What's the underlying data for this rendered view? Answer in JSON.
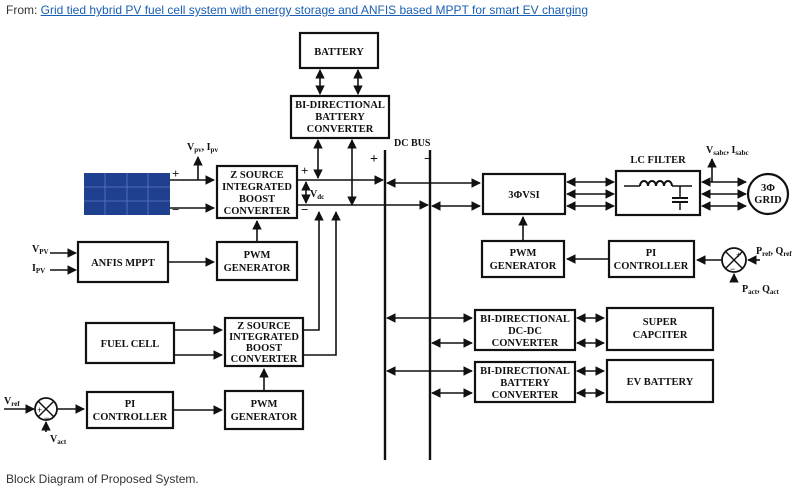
{
  "header": {
    "prefix": "From: ",
    "link_text": "Grid tied hybrid PV fuel cell system with energy storage and ANFIS based MPPT for smart EV charging"
  },
  "caption": "Block Diagram of Proposed System.",
  "diagram": {
    "battery": "BATTERY",
    "bidir_batt_conv_top": [
      "BI-DIRECTIONAL",
      "BATTERY",
      "CONVERTER"
    ],
    "zsource_pv": [
      "Z SOURCE",
      "INTEGRATED",
      "BOOST",
      "CONVERTER"
    ],
    "zsource_fc": [
      "Z SOURCE",
      "INTEGRATED",
      "BOOST",
      "CONVERTER"
    ],
    "anfis_mppt": "ANFIS  MPPT",
    "pwm_gen_pv": [
      "PWM",
      "GENERATOR"
    ],
    "fuel_cell": "FUEL CELL",
    "pi_controller_fc": [
      "PI",
      "CONTROLLER"
    ],
    "pwm_gen_fc": [
      "PWM",
      "GENERATOR"
    ],
    "dc_bus": "DC BUS",
    "vsi": "3ΦVSI",
    "lc_filter": "LC FILTER",
    "grid": [
      "3Φ",
      "GRID"
    ],
    "pwm_gen_vsi": [
      "PWM",
      "GENERATOR"
    ],
    "pi_controller_grid": [
      "PI",
      "CONTROLLER"
    ],
    "bidir_dcdc": [
      "BI-DIRECTIONAL",
      "DC-DC",
      "CONVERTER"
    ],
    "super_cap": [
      "SUPER",
      "CAPCITER"
    ],
    "bidir_batt_conv_ev": [
      "BI-DIRECTIONAL",
      "BATTERY",
      "CONVERTER"
    ],
    "ev_battery": "EV BATTERY",
    "labels": {
      "vpv_ipv_main": "V",
      "vpv_ipv_sub1": "pv",
      "vpv_ipv_mid": ", I",
      "vpv_ipv_sub2": "pv",
      "vdc_main": "V",
      "vdc_sub": "dc",
      "vpv_in_main": "V",
      "vpv_in_sub": "PV",
      "ipv_in_main": "I",
      "ipv_in_sub": "PV",
      "vsabc_main": "V",
      "vsabc_sub1": "sabc",
      "vsabc_mid": ", I",
      "vsabc_sub2": "sabc",
      "pref_main": "P",
      "pref_sub1": "ref",
      "pref_mid": ", Q",
      "pref_sub2": "ref",
      "pact_main": "P",
      "pact_sub1": "act",
      "pact_mid": ", Q",
      "pact_sub2": "act",
      "vref_main": "V",
      "vref_sub": "ref",
      "vact_main": "V",
      "vact_sub": "act",
      "plus": "+",
      "minus": "−"
    }
  },
  "colors": {
    "pv_panel": "#1f3f8f",
    "pv_grid": "#5c7cc8",
    "link": "#1a5fb4"
  }
}
